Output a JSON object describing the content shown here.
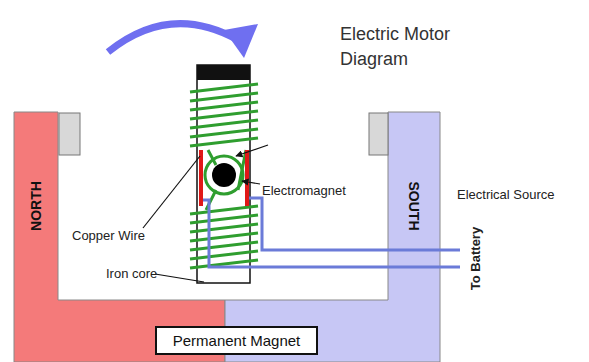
{
  "diagram": {
    "title": "Electric Motor Diagram",
    "nodes": [
      {
        "text": [
          "NORTH"
        ]
      },
      {
        "text": [
          "SOUTH"
        ]
      },
      {
        "text": [
          "Permanent Magnet"
        ]
      }
    ],
    "labels": [
      "Electromagnet",
      "Copper Wire",
      "Iron core",
      "Electrical Source",
      "To Battery"
    ]
  }
}
